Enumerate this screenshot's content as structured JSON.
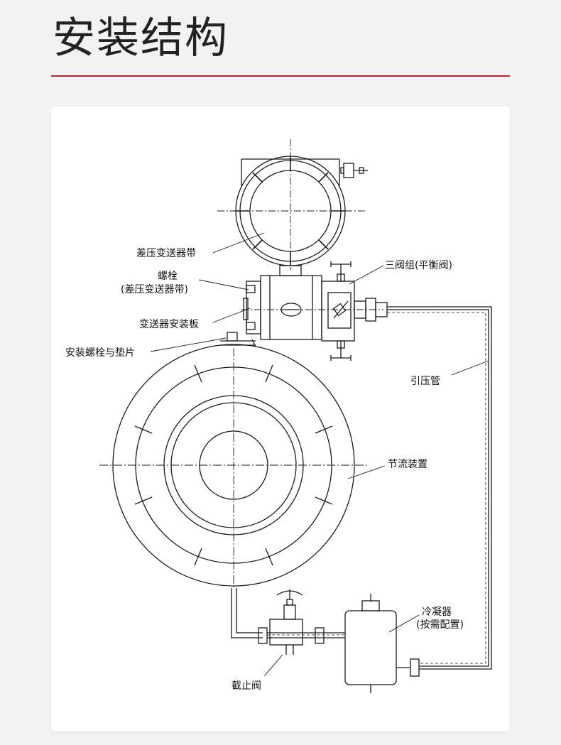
{
  "page": {
    "title": "安装结构"
  },
  "diagram": {
    "labels": {
      "transmitter_band": "差压变送器带",
      "bolt": "螺栓",
      "bolt_sub": "(差压变送器带)",
      "mount_plate": "变送器安装板",
      "mount_bolt": "安装螺栓与垫片",
      "three_valve": "三阀组(平衡阀)",
      "impulse_tube": "引压管",
      "throttle": "节流装置",
      "condenser": "冷凝器",
      "condenser_sub": "(按需配置)",
      "stop_valve": "截止阀"
    }
  },
  "colors": {
    "accent_rule": "#b3282d",
    "line": "#1a1a1a"
  }
}
